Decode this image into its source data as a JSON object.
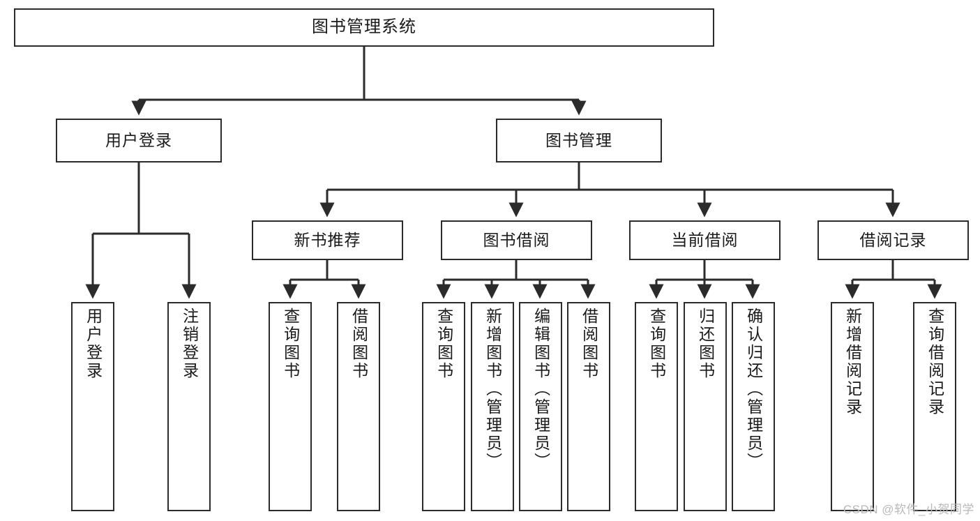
{
  "diagram": {
    "type": "tree",
    "title": "图书管理系统",
    "style": {
      "box_border_color": "#2b2b2b",
      "box_fill": "#ffffff",
      "edge_color": "#2b2b2b",
      "text_color": "#1a1a1a",
      "background": "#ffffff"
    },
    "levels": {
      "root": {
        "id": "root",
        "label": "图书管理系统"
      },
      "level2": [
        {
          "id": "user-login",
          "label": "用户登录"
        },
        {
          "id": "book-manage",
          "label": "图书管理"
        }
      ],
      "level3": [
        {
          "id": "new-book-recommend",
          "label": "新书推荐",
          "parent": "book-manage"
        },
        {
          "id": "book-borrow",
          "label": "图书借阅",
          "parent": "book-manage"
        },
        {
          "id": "current-borrow",
          "label": "当前借阅",
          "parent": "book-manage"
        },
        {
          "id": "borrow-record",
          "label": "借阅记录",
          "parent": "book-manage"
        }
      ],
      "leaves": [
        {
          "id": "leaf-user-login",
          "label": "用户登录",
          "parent": "user-login"
        },
        {
          "id": "leaf-user-logout",
          "label": "注销登录",
          "parent": "user-login"
        },
        {
          "id": "leaf-query-book-1",
          "label": "查询图书",
          "parent": "new-book-recommend"
        },
        {
          "id": "leaf-borrow-book-1",
          "label": "借阅图书",
          "parent": "new-book-recommend"
        },
        {
          "id": "leaf-query-book-2",
          "label": "查询图书",
          "parent": "book-borrow"
        },
        {
          "id": "leaf-add-book",
          "label": "新增图书（管理员）",
          "parent": "book-borrow"
        },
        {
          "id": "leaf-edit-book",
          "label": "编辑图书（管理员）",
          "parent": "book-borrow"
        },
        {
          "id": "leaf-borrow-book-2",
          "label": "借阅图书",
          "parent": "book-borrow"
        },
        {
          "id": "leaf-query-book-3",
          "label": "查询图书",
          "parent": "current-borrow"
        },
        {
          "id": "leaf-return-book",
          "label": "归还图书",
          "parent": "current-borrow"
        },
        {
          "id": "leaf-confirm-return",
          "label": "确认归还（管理员）",
          "parent": "current-borrow"
        },
        {
          "id": "leaf-add-record",
          "label": "新增借阅记录",
          "parent": "borrow-record"
        },
        {
          "id": "leaf-query-record",
          "label": "查询借阅记录",
          "parent": "borrow-record"
        }
      ]
    }
  },
  "watermark": {
    "text": "CSDN @软件_小贺同学"
  }
}
